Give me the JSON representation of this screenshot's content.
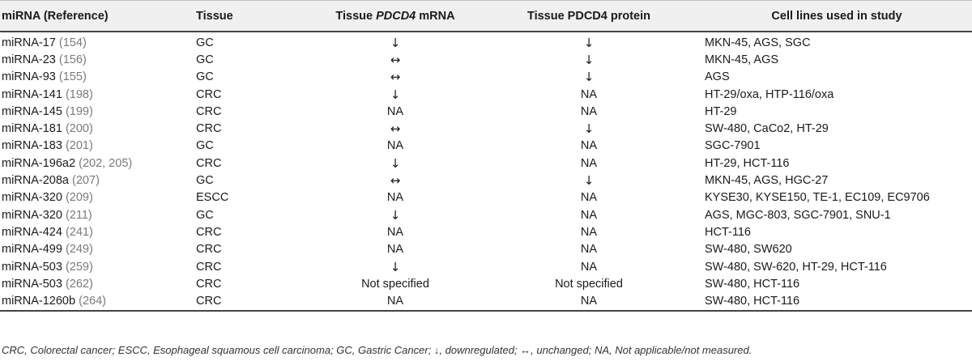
{
  "table": {
    "headers": {
      "mirna": "miRNA (Reference)",
      "tissue": "Tissue",
      "mrna_prefix": "Tissue ",
      "mrna_gene": "PDCD4",
      "mrna_suffix": " mRNA",
      "protein": "Tissue PDCD4 protein",
      "cells": "Cell lines used in study"
    },
    "rows": [
      {
        "name": "miRNA-17",
        "ref_open": " (",
        "ref": "154",
        "ref_close": ")",
        "tissue": "GC",
        "mrna": "↓",
        "protein": "↓",
        "cells": "MKN-45, AGS, SGC"
      },
      {
        "name": "miRNA-23",
        "ref_open": " (",
        "ref": "156",
        "ref_close": ")",
        "tissue": "GC",
        "mrna": "↔",
        "protein": "↓",
        "cells": "MKN-45, AGS"
      },
      {
        "name": "miRNA-93",
        "ref_open": " (",
        "ref": "155",
        "ref_close": ")",
        "tissue": "GC",
        "mrna": "↔",
        "protein": "↓",
        "cells": "AGS"
      },
      {
        "name": "miRNA-141",
        "ref_open": " (",
        "ref": "198",
        "ref_close": ")",
        "tissue": "CRC",
        "mrna": "↓",
        "protein": "NA",
        "cells": "HT-29/oxa, HTP-116/oxa"
      },
      {
        "name": "miRNA-145",
        "ref_open": " (",
        "ref": "199",
        "ref_close": ")",
        "tissue": "CRC",
        "mrna": "NA",
        "protein": "NA",
        "cells": "HT-29"
      },
      {
        "name": "miRNA-181",
        "ref_open": " (",
        "ref": "200",
        "ref_close": ")",
        "tissue": "CRC",
        "mrna": "↔",
        "protein": "↓",
        "cells": "SW-480, CaCo2, HT-29"
      },
      {
        "name": "miRNA-183",
        "ref_open": " (",
        "ref": "201",
        "ref_close": ")",
        "tissue": "GC",
        "mrna": "NA",
        "protein": "NA",
        "cells": "SGC-7901"
      },
      {
        "name": "miRNA-196a2",
        "ref_open": " (",
        "ref": "202, 205",
        "ref_close": ")",
        "tissue": "CRC",
        "mrna": "↓",
        "protein": "NA",
        "cells": "HT-29, HCT-116"
      },
      {
        "name": "miRNA-208a",
        "ref_open": " (",
        "ref": "207",
        "ref_close": ")",
        "tissue": "GC",
        "mrna": "↔",
        "protein": "↓",
        "cells": "MKN-45, AGS, HGC-27"
      },
      {
        "name": "miRNA-320",
        "ref_open": " (",
        "ref": "209",
        "ref_close": ")",
        "tissue": "ESCC",
        "mrna": "NA",
        "protein": "NA",
        "cells": "KYSE30, KYSE150, TE-1, EC109, EC9706"
      },
      {
        "name": "miRNA-320",
        "ref_open": " (",
        "ref": "211",
        "ref_close": ")",
        "tissue": "GC",
        "mrna": "↓",
        "protein": "NA",
        "cells": "AGS, MGC-803, SGC-7901, SNU-1"
      },
      {
        "name": "miRNA-424",
        "ref_open": " (",
        "ref": "241",
        "ref_close": ")",
        "tissue": "CRC",
        "mrna": "NA",
        "protein": "NA",
        "cells": "HCT-116"
      },
      {
        "name": "miRNA-499",
        "ref_open": " (",
        "ref": "249",
        "ref_close": ")",
        "tissue": "CRC",
        "mrna": "NA",
        "protein": "NA",
        "cells": "SW-480, SW620"
      },
      {
        "name": "miRNA-503",
        "ref_open": " (",
        "ref": "259",
        "ref_close": ")",
        "tissue": "CRC",
        "mrna": "↓",
        "protein": "NA",
        "cells": "SW-480, SW-620, HT-29, HCT-116"
      },
      {
        "name": "miRNA-503",
        "ref_open": " (",
        "ref": "262",
        "ref_close": ")",
        "tissue": "CRC",
        "mrna": "Not specified",
        "protein": "Not specified",
        "cells": "SW-480, HCT-116"
      },
      {
        "name": "miRNA-1260b",
        "ref_open": " (",
        "ref": "264",
        "ref_close": ")",
        "tissue": "CRC",
        "mrna": "NA",
        "protein": "NA",
        "cells": "SW-480, HCT-116"
      }
    ]
  },
  "footnote": "CRC, Colorectal cancer; ESCC, Esophageal squamous cell carcinoma; GC, Gastric Cancer; ↓, downregulated; ↔, unchanged; NA, Not applicable/not measured."
}
